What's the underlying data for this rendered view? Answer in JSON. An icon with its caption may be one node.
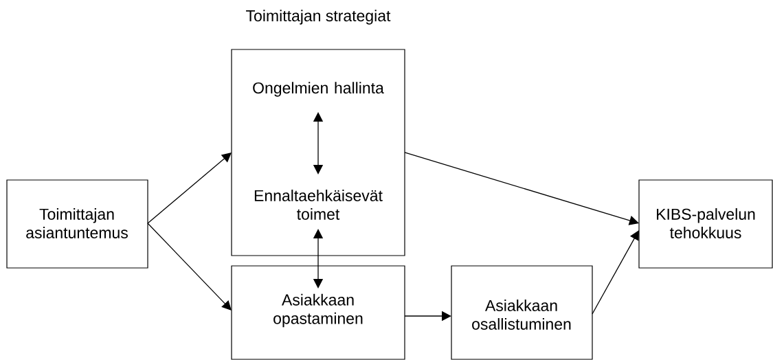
{
  "diagram": {
    "nodes": [
      {
        "text": [
          "Toimittajan asiantuntemus"
        ]
      },
      {
        "text": [
          "Toimittajan strategiat"
        ]
      },
      {
        "text": [
          "Ongelmien hallinta"
        ],
        "in": 1
      },
      {
        "text": [
          "Ennaltaehkäisevät toimet"
        ],
        "in": 1
      },
      {
        "text": [
          "Asiakkaan opastaminen"
        ]
      },
      {
        "text": [
          "Asiakkaan osallistuminen"
        ]
      },
      {
        "text": [
          "KIBS-palvelun tehokkuus"
        ]
      }
    ],
    "edges": [
      {
        "from": 0,
        "to": 1,
        "arrow": "to"
      },
      {
        "from": 0,
        "to": 4,
        "arrow": "to"
      },
      {
        "from": 2,
        "to": 3,
        "arrow": "both"
      },
      {
        "from": 3,
        "to": 4,
        "arrow": "both"
      },
      {
        "from": 1,
        "to": 6,
        "arrow": "to"
      },
      {
        "from": 4,
        "to": 5,
        "arrow": "to"
      },
      {
        "from": 5,
        "to": 6,
        "arrow": "to"
      }
    ]
  }
}
